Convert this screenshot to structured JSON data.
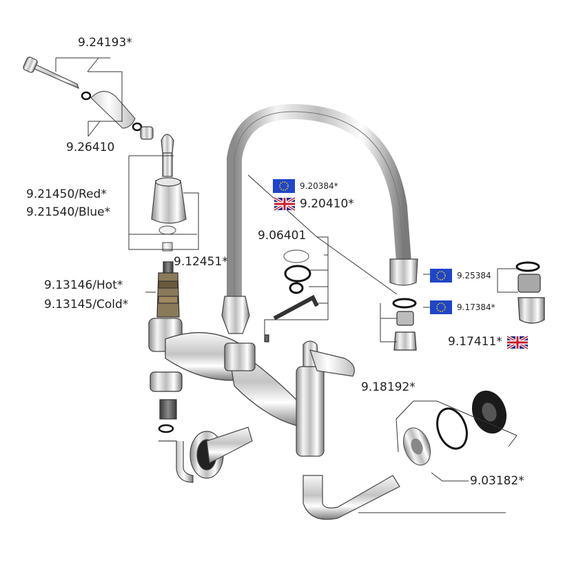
{
  "parts": [
    {
      "id": "lever-screw",
      "code": "9.24193*"
    },
    {
      "id": "lever-handle",
      "code": "9.26410"
    },
    {
      "id": "headwork-shroud-red",
      "code": "9.21450/Red*"
    },
    {
      "id": "headwork-shroud-blue",
      "code": "9.21540/Blue*"
    },
    {
      "id": "shroud-ring",
      "code": "9.12451*"
    },
    {
      "id": "cartridge-hot",
      "code": "9.13146/Hot*"
    },
    {
      "id": "cartridge-cold",
      "code": "9.13145/Cold*"
    },
    {
      "id": "aerator-eu",
      "code": "9.20384*"
    },
    {
      "id": "aerator-uk",
      "code": "9.20410*"
    },
    {
      "id": "seal-kit",
      "code": "9.06401"
    },
    {
      "id": "spout-aerator-eu",
      "code": "9.25384"
    },
    {
      "id": "spout-nozzle-eu",
      "code": "9.17384*"
    },
    {
      "id": "spout-nozzle-uk",
      "code": "9.17411*"
    },
    {
      "id": "washer-set",
      "code": "9.18192*"
    },
    {
      "id": "wall-flange",
      "code": "9.03182*"
    }
  ],
  "colors": {
    "eu_flag": "#1f45c8",
    "eu_star": "#f5d20a",
    "uk_blue": "#1b2e86",
    "uk_red": "#cc1b2b",
    "line": "#333333"
  }
}
